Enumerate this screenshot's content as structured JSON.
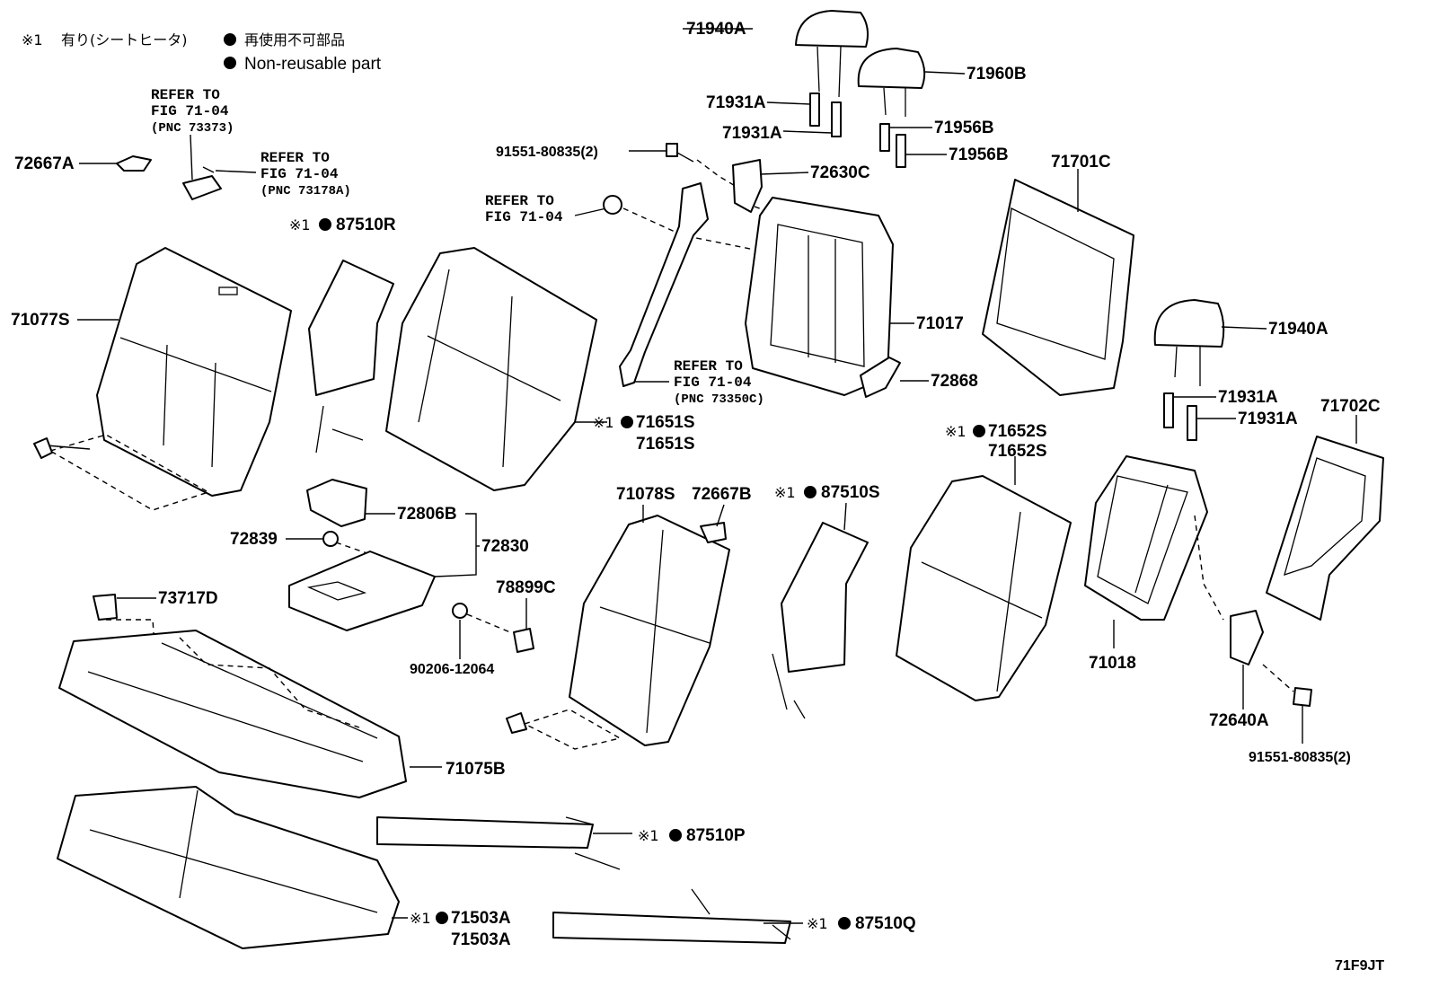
{
  "legend": {
    "note_mark": "※1",
    "note_text": "有り(シートヒータ)",
    "non_reusable_jp": "再使用不可部品",
    "non_reusable_en": "Non-reusable part"
  },
  "refs": {
    "ref1": {
      "line1": "REFER TO",
      "line2": "FIG 71-04",
      "line3": "(PNC 73373)"
    },
    "ref2": {
      "line1": "REFER TO",
      "line2": "FIG 71-04",
      "line3": "(PNC 73178A)"
    },
    "ref3": {
      "line1": "REFER TO",
      "line2": "FIG 71-04"
    },
    "ref4": {
      "line1": "REFER TO",
      "line2": "FIG 71-04",
      "line3": "(PNC 73350C)"
    }
  },
  "parts": {
    "p71940A_top": "71940A",
    "p71960B": "71960B",
    "p71931A_a": "71931A",
    "p71931A_b": "71931A",
    "p71956B_a": "71956B",
    "p71956B_b": "71956B",
    "p91551_top": "91551-80835(2)",
    "p72630C": "72630C",
    "p71701C": "71701C",
    "p72667A": "72667A",
    "p87510R": "87510R",
    "p71077S": "71077S",
    "p71017": "71017",
    "p72868": "72868",
    "p71940A_right": "71940A",
    "p71931A_c": "71931A",
    "p71931A_d": "71931A",
    "p71702C": "71702C",
    "p71651S_a": "71651S",
    "p71651S_b": "71651S",
    "p71652S_a": "71652S",
    "p71652S_b": "71652S",
    "p71078S": "71078S",
    "p72667B": "72667B",
    "p87510S": "87510S",
    "p72806B": "72806B",
    "p72839": "72839",
    "p72830": "72830",
    "p78899C": "78899C",
    "p73717D": "73717D",
    "p90206": "90206-12064",
    "p71018": "71018",
    "p72640A": "72640A",
    "p91551_bottom": "91551-80835(2)",
    "p71075B": "71075B",
    "p87510P": "87510P",
    "p71503A_a": "71503A",
    "p71503A_b": "71503A",
    "p87510Q": "87510Q"
  },
  "figure_code": "71F9JT"
}
